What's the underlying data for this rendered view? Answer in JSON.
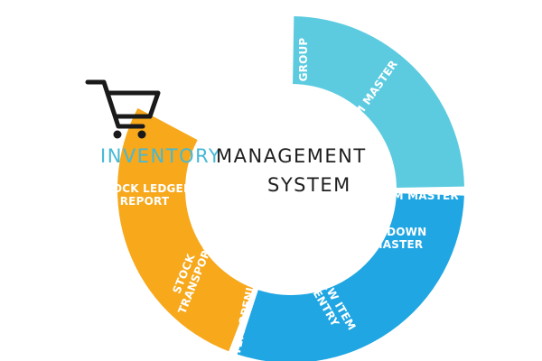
{
  "title": {
    "word1": "INVENTORY",
    "word2": "MANAGEMENT",
    "word3": "SYSTEM"
  },
  "colors": {
    "light_blue": "#5ccbe0",
    "mid_blue": "#1fa6e3",
    "orange": "#f7a81b",
    "title_blue": "#45b9d6",
    "title_dark": "#1e1e1e",
    "icon": "#1a1a1a"
  },
  "icon": "shopping-cart-icon",
  "segments": [
    {
      "color_key": "light_blue",
      "lines": [
        "ITEM GROUP"
      ]
    },
    {
      "color_key": "light_blue",
      "lines": [
        "ITEM MASTER"
      ]
    },
    {
      "color_key": "light_blue",
      "lines": [
        "UOM MASTER"
      ]
    },
    {
      "color_key": "mid_blue",
      "lines": [
        "GODOWN",
        "MASTER"
      ]
    },
    {
      "color_key": "mid_blue",
      "lines": [
        "NEW ITEM",
        "ENTRY"
      ]
    },
    {
      "color_key": "mid_blue",
      "lines": [
        "ITEM OPENING"
      ]
    },
    {
      "color_key": "orange",
      "lines": [
        "STOCK",
        "TRANSPORT"
      ]
    },
    {
      "color_key": "orange",
      "lines": [
        "STOCK LEDGER",
        "REPORT"
      ]
    }
  ]
}
